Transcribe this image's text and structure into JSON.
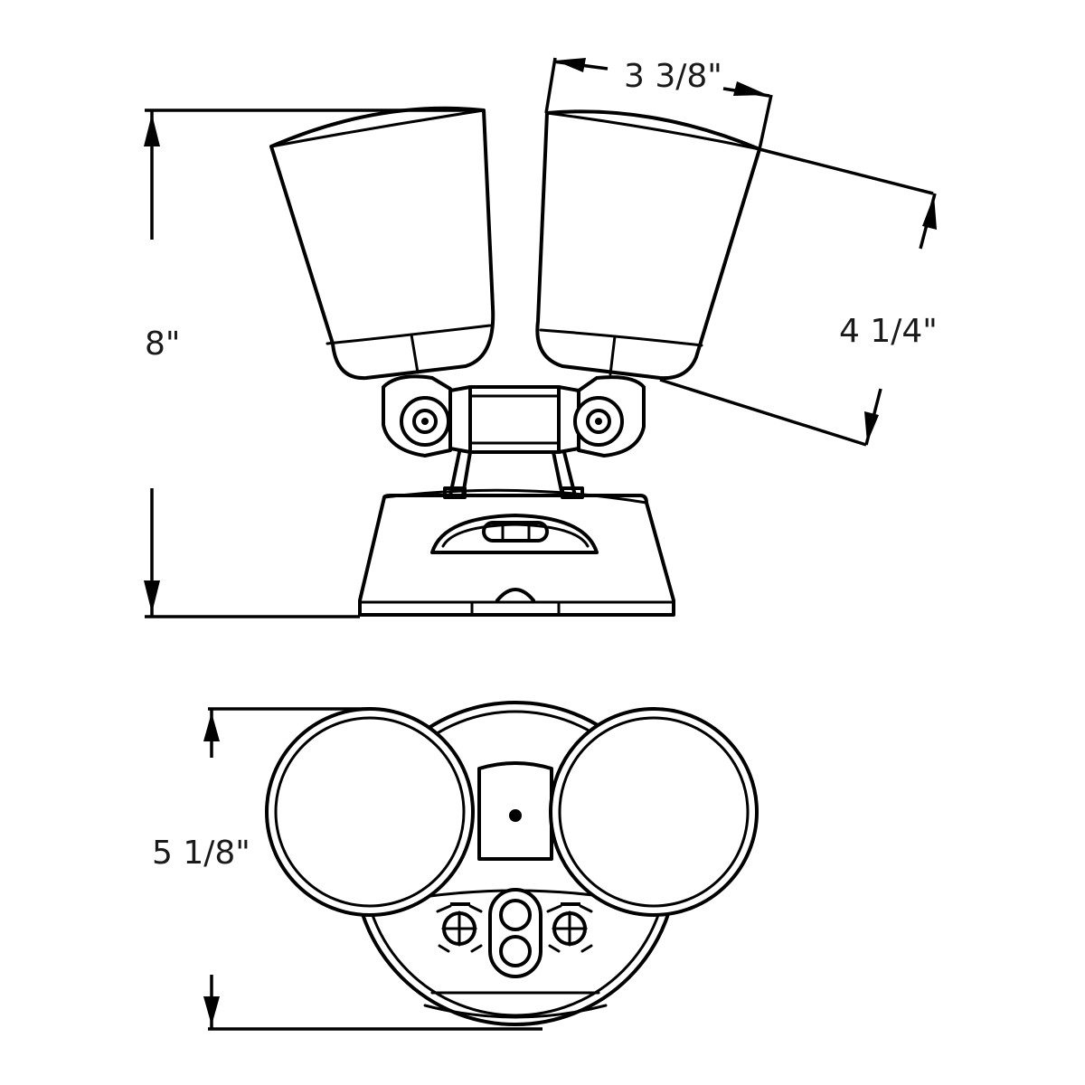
{
  "dimensions": {
    "total_height": "8\"",
    "head_width": "3 3/8\"",
    "head_length": "4 1/4\"",
    "fixture_width": "5 1/8\""
  },
  "colors": {
    "line": "#000000",
    "background": "#ffffff",
    "text": "#1a1a1a"
  }
}
